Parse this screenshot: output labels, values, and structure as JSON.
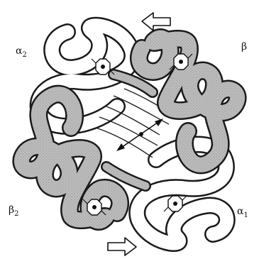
{
  "labels": {
    "alpha1": {
      "greek": "α",
      "sub": "1"
    },
    "alpha2": {
      "greek": "α",
      "sub": "2"
    },
    "beta1": {
      "greek": "β",
      "sub": ""
    },
    "beta2": {
      "greek": "β",
      "sub": "2"
    }
  },
  "colors": {
    "beta_chain_fill": "#bdbdbd",
    "alpha_chain_fill": "#ffffff",
    "outline": "#1a1a1a"
  },
  "icons": {
    "arrow_top": "open-arrow-left-icon",
    "arrow_bottom": "open-arrow-right-icon",
    "axis": "double-headed-arrow-icon",
    "heme": "heme-group-icon"
  }
}
